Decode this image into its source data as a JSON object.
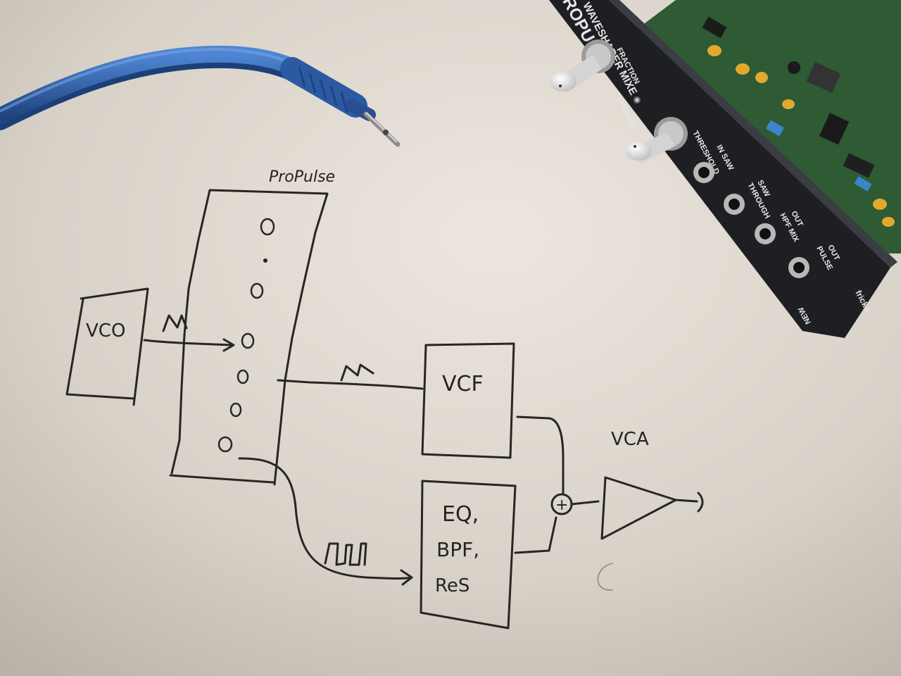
{
  "sketch": {
    "title": "ProPulse",
    "vco": "VCO",
    "vcf": "VCF",
    "vca": "VCA",
    "eq_line1": "EQ,",
    "eq_line2": "BPF,",
    "eq_line3": "ReS",
    "plus": "+"
  },
  "module_panel": {
    "brand": "PROPU",
    "name": "WAVESHAPER MIXE",
    "knob1": "FRACTION",
    "led": "ENGAGED",
    "knob2": "THRESHOLD",
    "jack1": "IN SAW",
    "jack2_line1": "SAW",
    "jack2_line2": "THROUGH",
    "jack3_line1": "OUT",
    "jack3_line2": "HPF MIX",
    "jack4_line1": "OUT",
    "jack4_line2": "PULSE",
    "signature": "fricko",
    "footer": "NEW"
  },
  "colors": {
    "paper": "#d9d2ca",
    "ink": "#262626",
    "cable": "#2f5fa8",
    "panel": "#1e1f22",
    "pcb": "#2e5a34"
  }
}
